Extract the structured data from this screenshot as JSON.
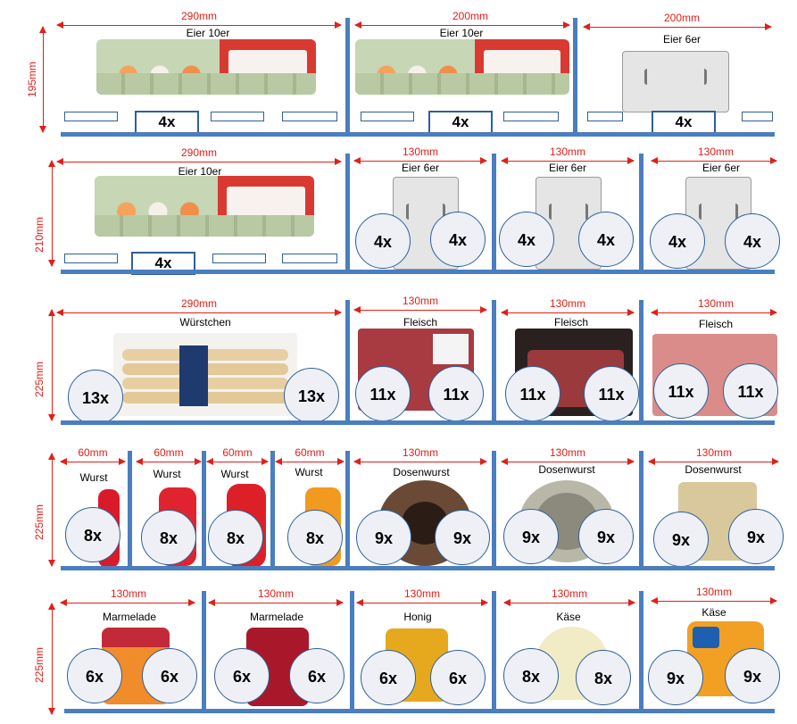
{
  "rows": [
    {
      "height_label": "195mm",
      "sections": [
        {
          "width_label": "290mm",
          "product": "Eier 10er",
          "counts": [
            "4x"
          ]
        },
        {
          "width_label": "200mm",
          "product": "Eier 10er",
          "counts": [
            "4x"
          ]
        },
        {
          "width_label": "200mm",
          "product": "Eier 6er",
          "counts": [
            "4x"
          ]
        }
      ]
    },
    {
      "height_label": "210mm",
      "sections": [
        {
          "width_label": "290mm",
          "product": "Eier 10er",
          "counts": [
            "4x"
          ]
        },
        {
          "width_label": "130mm",
          "product": "Eier 6er",
          "counts": [
            "4x",
            "4x"
          ]
        },
        {
          "width_label": "130mm",
          "product": "Eier 6er",
          "counts": [
            "4x",
            "4x"
          ]
        },
        {
          "width_label": "130mm",
          "product": "Eier 6er",
          "counts": [
            "4x",
            "4x"
          ]
        }
      ]
    },
    {
      "height_label": "225mm",
      "sections": [
        {
          "width_label": "290mm",
          "product": "Würstchen",
          "counts": [
            "13x",
            "13x"
          ]
        },
        {
          "width_label": "130mm",
          "product": "Fleisch",
          "counts": [
            "11x",
            "11x"
          ]
        },
        {
          "width_label": "130mm",
          "product": "Fleisch",
          "counts": [
            "11x",
            "11x"
          ]
        },
        {
          "width_label": "130mm",
          "product": "Fleisch",
          "counts": [
            "11x",
            "11x"
          ]
        }
      ]
    },
    {
      "height_label": "225mm",
      "sections": [
        {
          "width_label": "60mm",
          "product": "Wurst",
          "counts": [
            "8x"
          ]
        },
        {
          "width_label": "60mm",
          "product": "Wurst",
          "counts": [
            "8x"
          ]
        },
        {
          "width_label": "60mm",
          "product": "Wurst",
          "counts": [
            "8x"
          ]
        },
        {
          "width_label": "60mm",
          "product": "Wurst",
          "counts": [
            "8x"
          ]
        },
        {
          "width_label": "130mm",
          "product": "Dosenwurst",
          "counts": [
            "9x",
            "9x"
          ]
        },
        {
          "width_label": "130mm",
          "product": "Dosenwurst",
          "counts": [
            "9x",
            "9x"
          ]
        },
        {
          "width_label": "130mm",
          "product": "Dosenwurst",
          "counts": [
            "9x",
            "9x"
          ]
        }
      ]
    },
    {
      "height_label": "225mm",
      "sections": [
        {
          "width_label": "130mm",
          "product": "Marmelade",
          "counts": [
            "6x",
            "6x"
          ]
        },
        {
          "width_label": "130mm",
          "product": "Marmelade",
          "counts": [
            "6x",
            "6x"
          ]
        },
        {
          "width_label": "130mm",
          "product": "Honig",
          "counts": [
            "6x",
            "6x"
          ]
        },
        {
          "width_label": "130mm",
          "product": "Käse",
          "counts": [
            "8x",
            "8x"
          ]
        },
        {
          "width_label": "130mm",
          "product": "Käse",
          "counts": [
            "9x",
            "9x"
          ]
        }
      ]
    }
  ],
  "colors": {
    "shelf": "#4a7ebf",
    "measure": "#e0201a"
  }
}
